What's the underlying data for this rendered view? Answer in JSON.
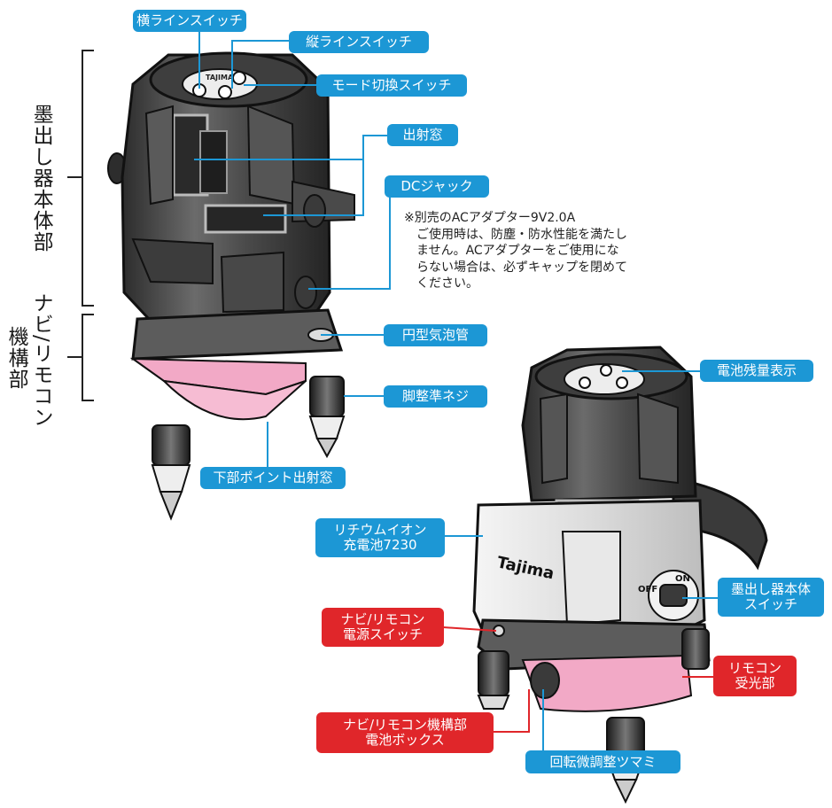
{
  "colors": {
    "accent_blue": "#1c97d5",
    "accent_red": "#e0262a",
    "pink": "#f2a9c6",
    "device_dark": "#3a3a3a"
  },
  "device_1": {
    "label_yoko": "横ラインスイッチ",
    "label_tate": "縦ラインスイッチ",
    "label_mode": "モード切換スイッチ",
    "label_shutsusha": "出射窓",
    "label_dc": "DCジャック",
    "note_lines": [
      "※別売のACアダプター9V2.0A",
      "ご使用時は、防塵・防水性能を満たし",
      "ません。ACアダプターをご使用にな",
      "らない場合は、必ずキャップを閉めて",
      "ください。"
    ],
    "label_bubble": "円型気泡管",
    "label_screw": "脚整準ネジ",
    "label_bottom": "下部ポイント出射窓",
    "brand": "TAJIMA",
    "side_label_body": "墨出し器本体部",
    "side_label_navi_1": "ナビ/リモコン",
    "side_label_navi_2": "機構部"
  },
  "device_2": {
    "label_battery_level": "電池残量表示",
    "label_battery_1": "リチウムイオン",
    "label_battery_2": "充電池7230",
    "label_main_switch_1": "墨出し器本体",
    "label_main_switch_2": "スイッチ",
    "label_navi_power_1": "ナビ/リモコン",
    "label_navi_power_2": "電源スイッチ",
    "label_receiver_1": "リモコン",
    "label_receiver_2": "受光部",
    "label_navi_battery_1": "ナビ/リモコン機構部",
    "label_navi_battery_2": "電池ボックス",
    "label_knob": "回転微調整ツマミ",
    "brand": "Tajima",
    "switch_off": "OFF",
    "switch_on": "ON"
  }
}
